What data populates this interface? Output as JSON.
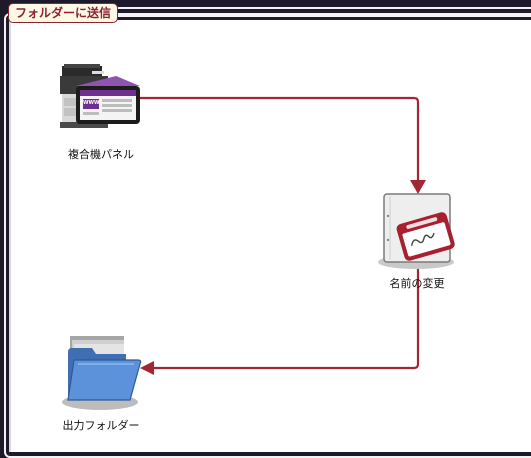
{
  "window": {
    "title": "フォルダーに送信"
  },
  "nodes": {
    "panel": {
      "label": "複合機パネル",
      "screen_text": "WWW",
      "icon": "mfp-panel-icon"
    },
    "rename": {
      "label": "名前の変更",
      "icon": "rename-document-icon"
    },
    "folder": {
      "label": "出力フォルダー",
      "icon": "folder-icon"
    }
  },
  "colors": {
    "connector": "#a22734",
    "accent_purple": "#6e2f8e",
    "folder_blue": "#4f87d4",
    "title_border": "#8c2330"
  }
}
